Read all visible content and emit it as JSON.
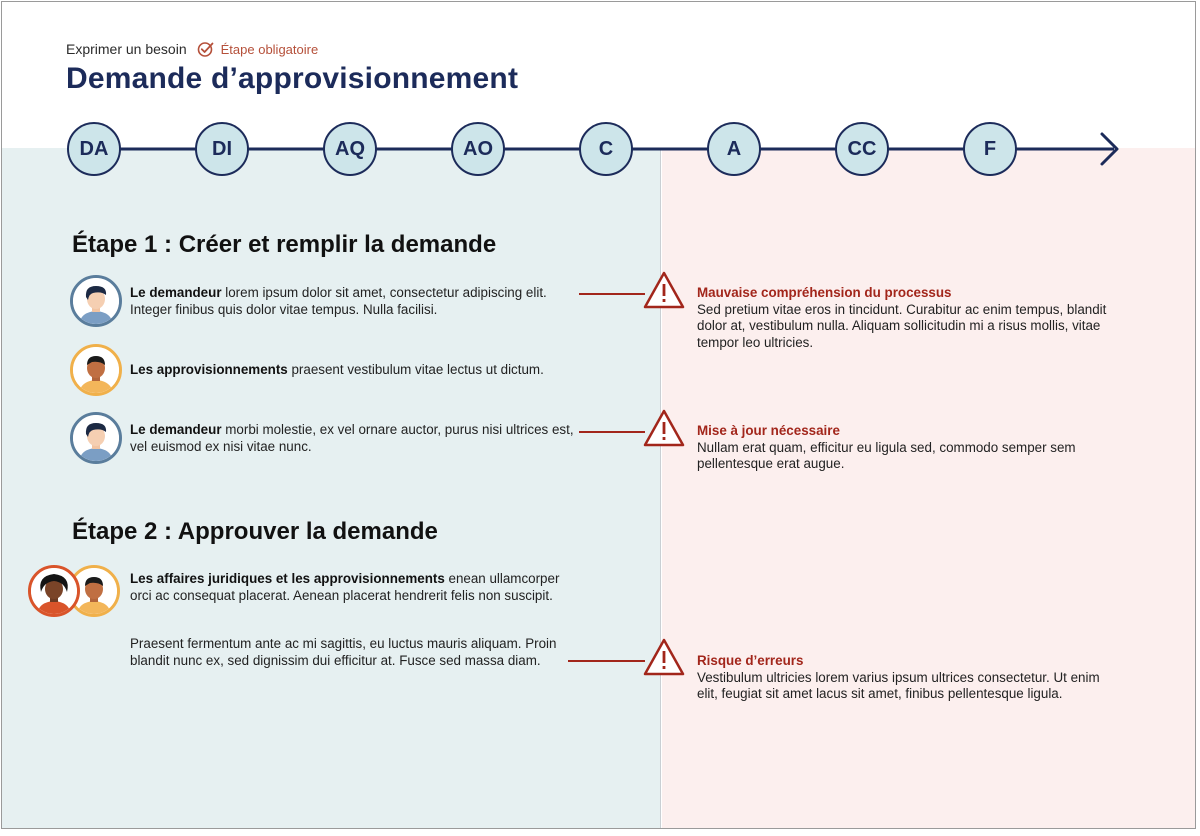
{
  "header": {
    "breadcrumb": "Exprimer un besoin",
    "mandatory_label": "Étape obligatoire",
    "title": "Demande d’approvisionnement"
  },
  "timeline": {
    "nodes": [
      {
        "label": "DA",
        "style": "active"
      },
      {
        "label": "DI",
        "style": "dashed"
      },
      {
        "label": "AQ",
        "style": "dashed"
      },
      {
        "label": "AO",
        "style": "solid"
      },
      {
        "label": "C",
        "style": "dashed"
      },
      {
        "label": "A",
        "style": "solid"
      },
      {
        "label": "CC",
        "style": "dashed"
      },
      {
        "label": "F",
        "style": "solid"
      }
    ]
  },
  "steps": [
    {
      "title": "Étape 1 : Créer et remplir la demande",
      "items": [
        {
          "actor": "Le demandeur",
          "text": " lorem ipsum dolor sit amet, consectetur adipiscing elit. Integer finibus quis dolor vitae tempus. Nulla facilisi."
        },
        {
          "actor": "Les approvisionnements",
          "text": " praesent vestibulum vitae lectus ut dictum."
        },
        {
          "actor": "Le demandeur",
          "text": " morbi molestie, ex vel ornare auctor, purus nisi ultrices est, vel euismod ex nisi vitae nunc."
        }
      ]
    },
    {
      "title": "Étape 2 : Approuver la demande",
      "items": [
        {
          "actor": "Les affaires juridiques et les approvisionnements",
          "text": " enean ullamcorper orci ac consequat placerat. Aenean placerat hendrerit felis non suscipit."
        },
        {
          "actor": "",
          "text": "Praesent fermentum ante ac mi sagittis, eu luctus mauris aliquam. Proin blandit nunc ex, sed dignissim dui efficitur at. Fusce sed massa diam."
        }
      ]
    }
  ],
  "risks": [
    {
      "title": "Mauvaise compréhension du processus",
      "text": "Sed pretium vitae eros in tincidunt. Curabitur ac enim tempus, blandit dolor at, vestibulum nulla. Aliquam sollicitudin mi a risus mollis, vitae tempor leo ultricies."
    },
    {
      "title": "Mise à jour nécessaire",
      "text": "Nullam erat quam, efficitur eu ligula sed, commodo semper sem pellentesque erat augue."
    },
    {
      "title": "Risque d’erreurs",
      "text": "Vestibulum ultricies lorem varius ipsum ultrices consectetur. Ut enim elit, feugiat sit amet lacus sit amet, finibus pellentesque ligula."
    }
  ],
  "colors": {
    "navy": "#1c2b5a",
    "node_fill": "#cde5ea",
    "left_panel": "#e6f0f1",
    "right_panel": "#fcefee",
    "risk_red": "#a2261b",
    "mandatory": "#b5503a"
  },
  "icons": [
    "check-circle-icon",
    "warning-triangle-icon",
    "person-avatar-icon",
    "arrow-right-icon"
  ]
}
